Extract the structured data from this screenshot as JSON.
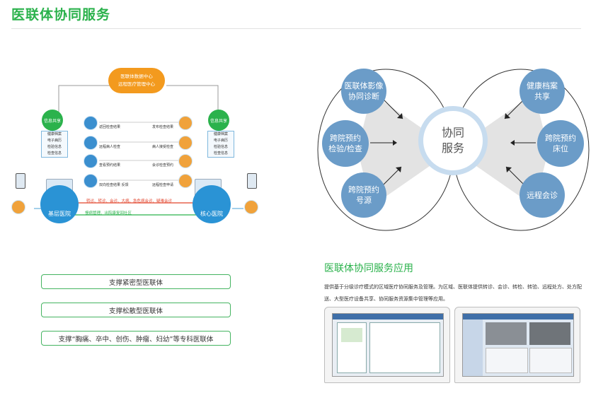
{
  "page": {
    "title": "医联体协同服务"
  },
  "left_diagram": {
    "data_center": [
      "医联体数据中心",
      "远程医疗管理中心"
    ],
    "info_share_left": "信息共享",
    "info_share_right": "信息共享",
    "share_items_left": [
      "健康档案",
      "电子病历",
      "检验信息",
      "检查信息"
    ],
    "share_items_right": [
      "健康档案",
      "电子病历",
      "检验信息",
      "检查信息"
    ],
    "flows": [
      {
        "left": "返回检查结果",
        "right": "发布检查结果"
      },
      {
        "left": "远程病人检查",
        "right": "病人接受检查"
      },
      {
        "left": "查看预约结果",
        "right": "会诊检查预约"
      },
      {
        "left": "双向检查结果 反馈",
        "right": "远程检查申请"
      }
    ],
    "red_line": "转诊、转诊、会诊、大病、急危病会诊、疑难会诊",
    "green_line": "慢病管理、出院康复回社区",
    "hospital_left": "基层医院",
    "hospital_right": "核心医院"
  },
  "right_diagram": {
    "center": [
      "协同",
      "服务"
    ],
    "left_nodes": [
      [
        "医联体影像",
        "协同诊断"
      ],
      [
        "跨院预约",
        "检验/检查"
      ],
      [
        "跨院预约",
        "号源"
      ]
    ],
    "right_nodes": [
      [
        "健康档案",
        "共享"
      ],
      [
        "跨院预约",
        "床位"
      ],
      [
        "远程会诊"
      ]
    ]
  },
  "pills": [
    "支撑紧密型医联体",
    "支撑松散型医联体",
    "支撑“胸痛、卒中、创伤、肿瘤、妇幼”等专科医联体"
  ],
  "app": {
    "title": "医联体协同服务应用",
    "desc": "提供基于分级诊疗模式的区域医疗协同服务及管理。为区域、医联体提供转诊、会诊、转检、转验、远程处方、处方配送、大型医疗设备共享、协同服务资源集中管理等应用。"
  },
  "colors": {
    "green": "#2bb24c",
    "blue": "#2a93d5",
    "node": "#6b9cc8",
    "red": "#e2432b"
  }
}
